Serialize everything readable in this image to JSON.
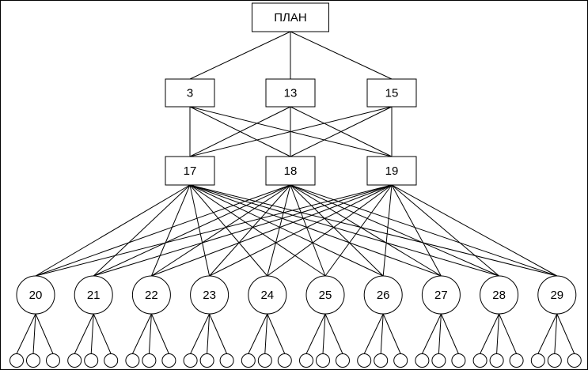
{
  "diagram": {
    "root": {
      "label": "ПЛАН"
    },
    "level1": [
      {
        "label": "3"
      },
      {
        "label": "13"
      },
      {
        "label": "15"
      }
    ],
    "level2": [
      {
        "label": "17"
      },
      {
        "label": "18"
      },
      {
        "label": "19"
      }
    ],
    "level3": [
      {
        "label": "20"
      },
      {
        "label": "21"
      },
      {
        "label": "22"
      },
      {
        "label": "23"
      },
      {
        "label": "24"
      },
      {
        "label": "25"
      },
      {
        "label": "26"
      },
      {
        "label": "27"
      },
      {
        "label": "28"
      },
      {
        "label": "29"
      }
    ],
    "leaves_per_node": 3,
    "colors": {
      "stroke": "#000000",
      "fill": "#ffffff",
      "background": "#ffffff"
    }
  }
}
